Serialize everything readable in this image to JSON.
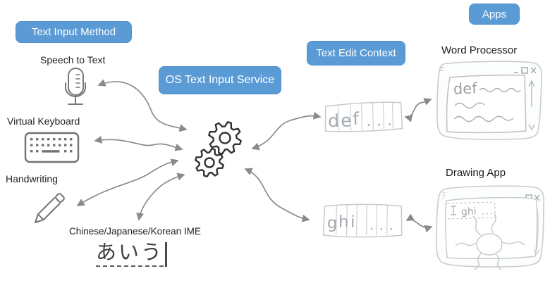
{
  "colors": {
    "accent_blue": "#5B9BD5",
    "arrow_gray": "#8a8a8a",
    "sketch_gray": "#c6cace",
    "sketch_text_gray": "#a4a9ae",
    "icon_gray": "#6e7377",
    "gear_dark": "#333333"
  },
  "badges": {
    "text_input_method": "Text Input Method",
    "os_text_input_service": "OS Text Input Service",
    "text_edit_context": "Text Edit Context",
    "apps": "Apps"
  },
  "input_methods": {
    "speech": {
      "label": "Speech to Text",
      "icon": "microphone-icon"
    },
    "keyboard": {
      "label": "Virtual Keyboard",
      "icon": "keyboard-icon"
    },
    "handwriting": {
      "label": "Handwriting",
      "icon": "pencil-icon"
    },
    "ime": {
      "label": "Chinese/Japanese/Korean IME",
      "composition_text": "あいう"
    }
  },
  "service": {
    "icon": "gears-icon"
  },
  "edit_contexts": {
    "word": {
      "chars": [
        "d",
        "e",
        "f",
        ".",
        ".",
        "."
      ]
    },
    "drawing": {
      "chars": [
        "g",
        "h",
        "i",
        ".",
        ".",
        "."
      ]
    }
  },
  "apps": {
    "word_processor": {
      "label": "Word Processor",
      "doc_text": "def"
    },
    "drawing_app": {
      "label": "Drawing App",
      "text_box_text": "ghi"
    }
  }
}
